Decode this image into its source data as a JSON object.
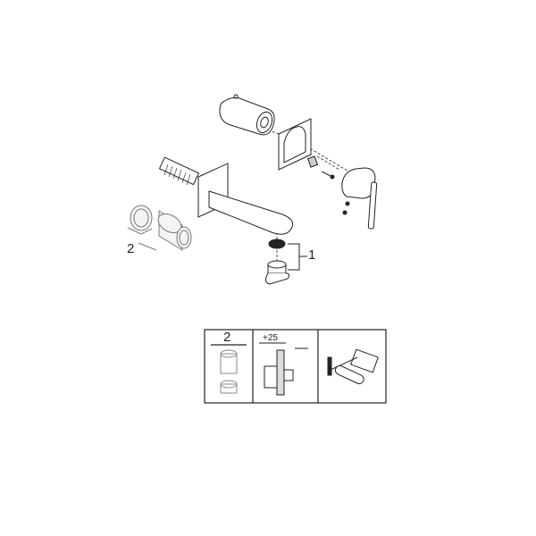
{
  "diagram": {
    "type": "exploded-parts-view",
    "subject": "wall-mounted basin mixer with spout and lever handle",
    "callouts": [
      {
        "id": "callout-1",
        "label": "1",
        "parts": [
          "aerator insert",
          "aerator housing"
        ]
      },
      {
        "id": "callout-2",
        "label": "2",
        "parts": [
          "cartridge",
          "cartridge sleeve"
        ]
      }
    ]
  },
  "info_panel": {
    "cells": [
      {
        "label": "2",
        "desc": "cartridge"
      },
      {
        "label": "+25",
        "desc": "wall installation depth"
      },
      {
        "label": "",
        "desc": "concealed body"
      }
    ]
  }
}
